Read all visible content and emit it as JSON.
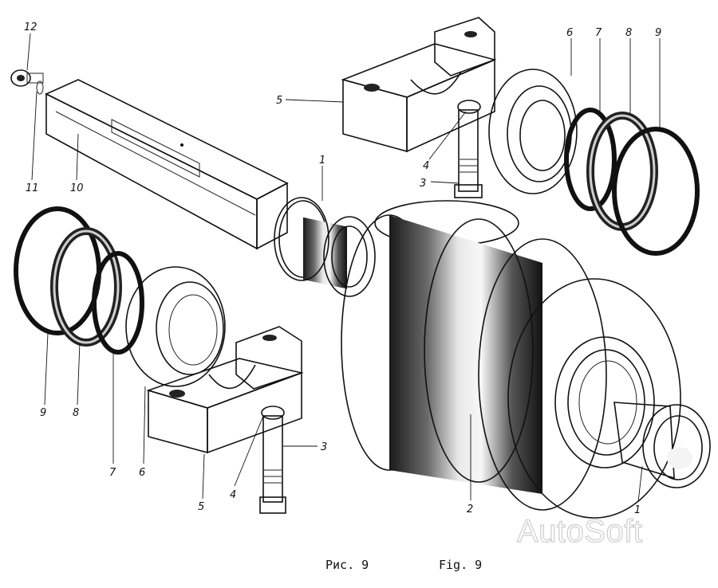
{
  "figure": {
    "caption_ru": "Рис. 9",
    "caption_en": "Fig. 9",
    "watermark": "AutoSoft",
    "callouts": [
      {
        "id": "c12",
        "text": "12"
      },
      {
        "id": "c11",
        "text": "11"
      },
      {
        "id": "c10",
        "text": "10"
      },
      {
        "id": "c1_top",
        "text": "1"
      },
      {
        "id": "c5_top",
        "text": "5"
      },
      {
        "id": "c4_top",
        "text": "4"
      },
      {
        "id": "c3_top",
        "text": "3"
      },
      {
        "id": "c6_top",
        "text": "6"
      },
      {
        "id": "c7_top",
        "text": "7"
      },
      {
        "id": "c8_top",
        "text": "8"
      },
      {
        "id": "c9_top",
        "text": "9"
      },
      {
        "id": "c9_left",
        "text": "9"
      },
      {
        "id": "c8_left",
        "text": "8"
      },
      {
        "id": "c7_left",
        "text": "7"
      },
      {
        "id": "c6_left",
        "text": "6"
      },
      {
        "id": "c5_bot",
        "text": "5"
      },
      {
        "id": "c4_bot",
        "text": "4"
      },
      {
        "id": "c3_bot",
        "text": "3"
      },
      {
        "id": "c2",
        "text": "2"
      },
      {
        "id": "c1_bot",
        "text": "1"
      }
    ]
  }
}
